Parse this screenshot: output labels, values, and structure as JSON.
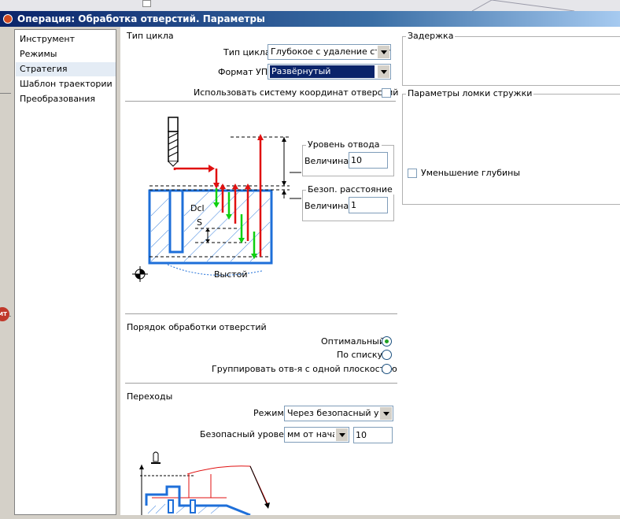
{
  "window": {
    "title": "Операция: Обработка отверстий. Параметры"
  },
  "nav": {
    "items": [
      {
        "label": "Инструмент",
        "selected": false
      },
      {
        "label": "Режимы",
        "selected": false
      },
      {
        "label": "Стратегия",
        "selected": true
      },
      {
        "label": "Шаблон траектории",
        "selected": false
      },
      {
        "label": "Преобразования",
        "selected": false
      }
    ]
  },
  "cycle": {
    "section_title": "Тип цикла",
    "type_label": "Тип цикла:",
    "type_value": "Глубокое с удаление стру",
    "format_label": "Формат УП:",
    "format_value": "Развёрнутый",
    "use_coords_label": "Использовать систему координат отверстий",
    "use_coords_checked": false
  },
  "diagram": {
    "retract_group": "Уровень отвода",
    "retract_value_label": "Величина:",
    "retract_value": "10",
    "safe_group": "Безоп. расстояние",
    "safe_value_label": "Величина:",
    "safe_value": "1",
    "dcl_label": "Dcl",
    "s_label": "S",
    "dwell_label": "Выстой"
  },
  "right_panel": {
    "delay_group": "Задержка",
    "chip_break_group": "Параметры ломки стружки",
    "depth_reduction_label": "Уменьшение глубины",
    "depth_reduction_checked": false
  },
  "order": {
    "section_title": "Порядок обработки отверстий",
    "options": [
      {
        "label": "Оптимальный",
        "selected": true
      },
      {
        "label": "По списку",
        "selected": false
      },
      {
        "label": "Группировать отв-я с одной плоскостью",
        "selected": false
      }
    ]
  },
  "transitions": {
    "section_title": "Переходы",
    "mode_label": "Режим:",
    "mode_value": "Через безопасный урог",
    "safe_level_label": "Безопасный уровень",
    "safe_level_mode": "мм от начал",
    "safe_level_value": "10"
  },
  "colors": {
    "title_gradient_start": "#0a246a",
    "title_gradient_end": "#a6caf0",
    "selection": "#0a246a",
    "diagram_blue": "#1e6fd9",
    "diagram_red": "#e01010",
    "diagram_green": "#10d010",
    "radio_dot": "#21a121"
  }
}
